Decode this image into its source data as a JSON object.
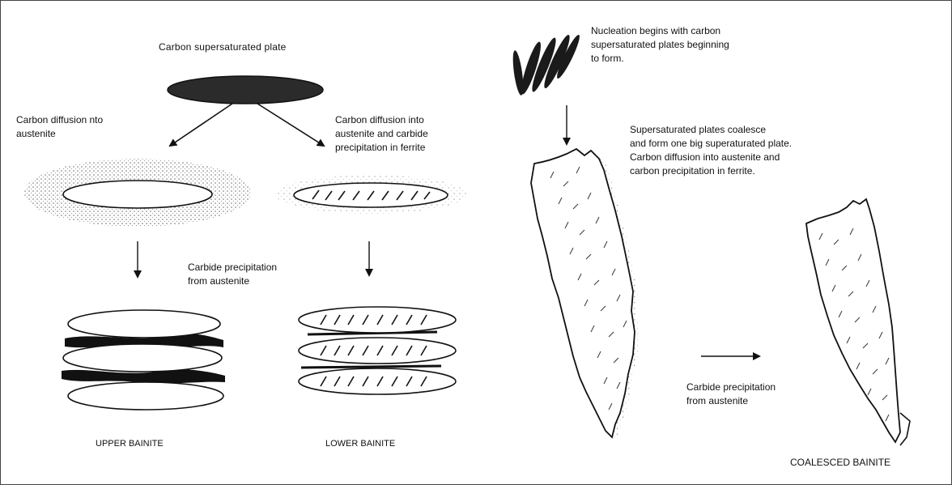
{
  "left": {
    "top_label": "Carbon  supersaturated  plate",
    "upper_branch_label": [
      "Carbon  diffusion  nto",
      "austenite"
    ],
    "lower_branch_label": [
      "Carbon  diffusion  into",
      "austenite  and  carbide",
      "precipitation  in  ferrite"
    ],
    "carbide_label": [
      "Carbide precipitation",
      "from  austenite"
    ],
    "upper_bainite": "UPPER BAINITE",
    "lower_bainite": "LOWER BAINITE"
  },
  "right": {
    "nucleation_label": [
      "Nucleation begins with carbon",
      "supersaturated plates beginning",
      "to form."
    ],
    "coalesce_label": [
      "Supersaturated plates coalesce",
      "and form one big superaturated plate.",
      "Carbon diffusion into austenite and",
      "carbon precipitation in ferrite."
    ],
    "carbide_label": [
      "Carbide precipitation",
      "from austenite"
    ],
    "coalesced_bainite": "COALESCED BAINITE"
  }
}
